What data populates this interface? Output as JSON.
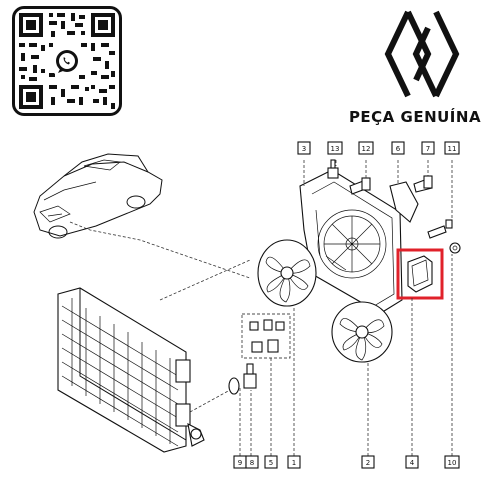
{
  "brand": {
    "tagline": "PEÇA GENUÍNA",
    "logo_icon": "renault-diamond-logo",
    "qr_icon": "whatsapp-qr-code"
  },
  "callouts": {
    "top": [
      "3",
      "13",
      "12",
      "6",
      "7",
      "11"
    ],
    "bottom": [
      "9",
      "8",
      "5",
      "1",
      "2",
      "4",
      "10"
    ]
  },
  "colors": {
    "highlight": "#e0212a",
    "ink": "#111111",
    "whatsapp_bg": "#111111"
  }
}
